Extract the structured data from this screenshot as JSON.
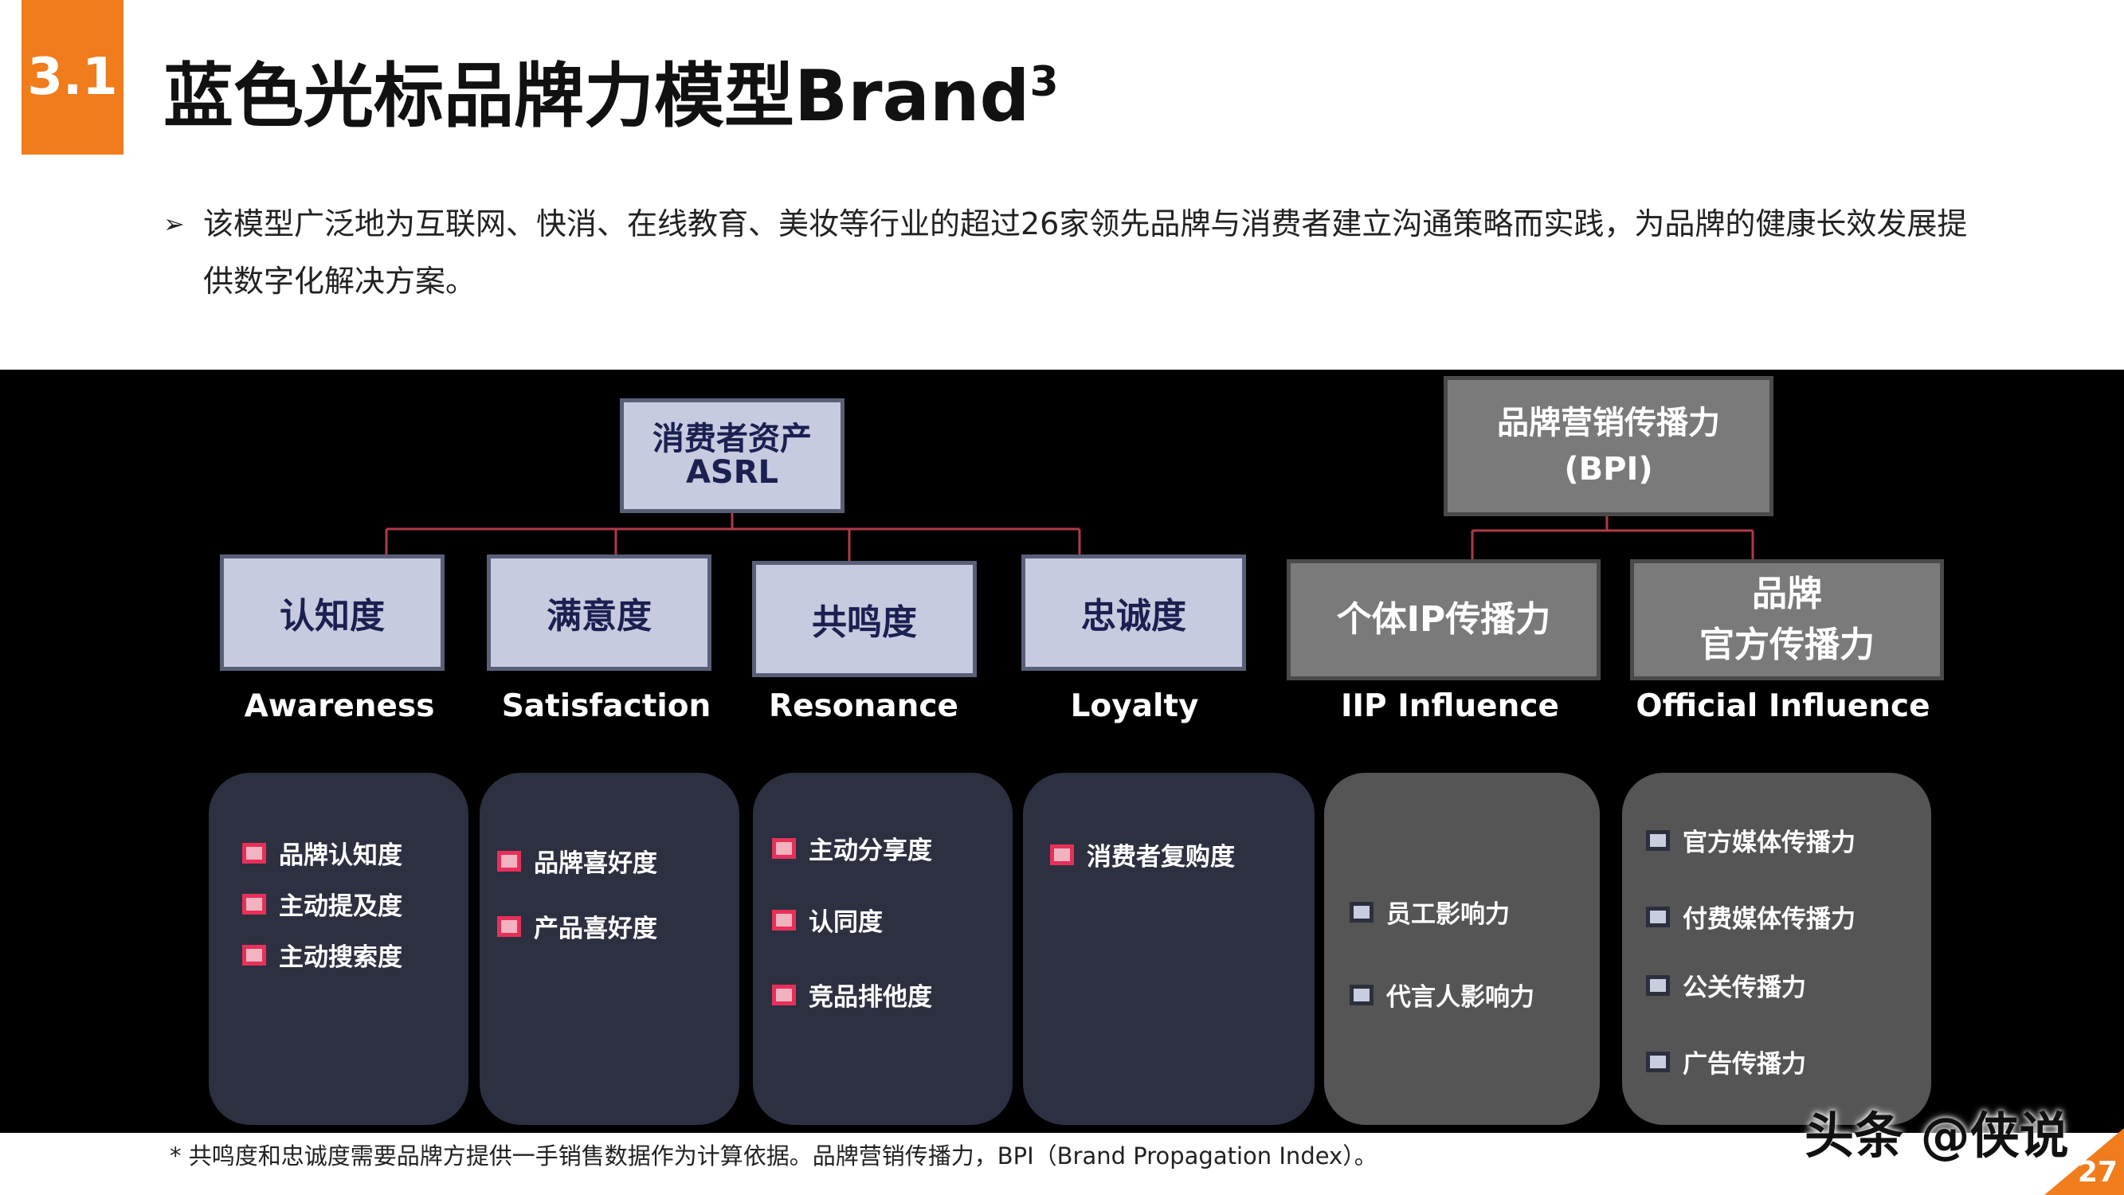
{
  "header": {
    "section_number": "3.1",
    "title": "蓝色光标品牌力模型Brand",
    "title_sup": "3"
  },
  "intro": {
    "bullet": "➢",
    "text": "该模型广泛地为互联网、快消、在线教育、美妆等行业的超过26家领先品牌与消费者建立沟通策略而实践，为品牌的健康长效发展提供数字化解决方案。"
  },
  "diagram": {
    "asrl_root": {
      "line1": "消费者资产",
      "line2": "ASRL"
    },
    "bpi_root": {
      "line1": "品牌营销传播力",
      "line2": "(BPI)"
    },
    "categories": [
      {
        "cn": "认知度",
        "en": "Awareness",
        "items": [
          "品牌认知度",
          "主动提及度",
          "主动搜索度"
        ]
      },
      {
        "cn": "满意度",
        "en": "Satisfaction",
        "items": [
          "品牌喜好度",
          "产品喜好度"
        ]
      },
      {
        "cn": "共鸣度",
        "en": "Resonance",
        "items": [
          "主动分享度",
          "认同度",
          "竞品排他度"
        ]
      },
      {
        "cn": "忠诚度",
        "en": "Loyalty",
        "items": [
          "消费者复购度"
        ]
      },
      {
        "cn": "个体IP传播力",
        "en": "IIP Influence",
        "items": [
          "员工影响力",
          "代言人影响力"
        ]
      },
      {
        "cn_line1": "品牌",
        "cn_line2": "官方传播力",
        "en": "Official Influence",
        "items": [
          "官方媒体传播力",
          "付费媒体传播力",
          "公关传播力",
          "广告传播力"
        ]
      }
    ],
    "colors": {
      "panel_bg": "#000000",
      "light_box": "#c7cbe0",
      "gray_box": "#7a7a7a",
      "dark_card": "#2d3040",
      "gray_card": "#555555",
      "connector": "#b03a48",
      "accent_orange": "#f07c1c"
    }
  },
  "footnote": "* 共鸣度和忠诚度需要品牌方提供一手销售数据作为计算依据。品牌营销传播力，BPI（Brand Propagation Index）。",
  "watermark": "头条 @侠说",
  "page_number": "27"
}
